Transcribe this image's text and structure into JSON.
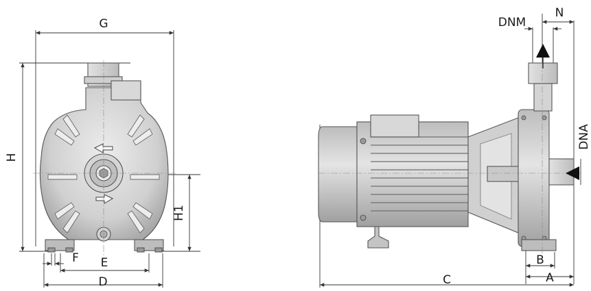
{
  "dimensions": {
    "G": "G",
    "H": "H",
    "H1": "H1",
    "D": "D",
    "E": "E",
    "F": "F",
    "C": "C",
    "A": "A",
    "B": "B",
    "N": "N",
    "DNM": "DNM",
    "DNA": "DNA"
  },
  "colors": {
    "body_fill": "#cfcfcf",
    "body_light": "#e6e6e6",
    "body_dark": "#8a8a8a",
    "line": "#333333",
    "arrow": "#111111"
  },
  "icons": {
    "flow_left": "arrow-left-icon",
    "flow_right": "arrow-right-icon",
    "outlet_flow": "arrow-up-icon",
    "inlet_flow": "arrow-left-icon"
  }
}
